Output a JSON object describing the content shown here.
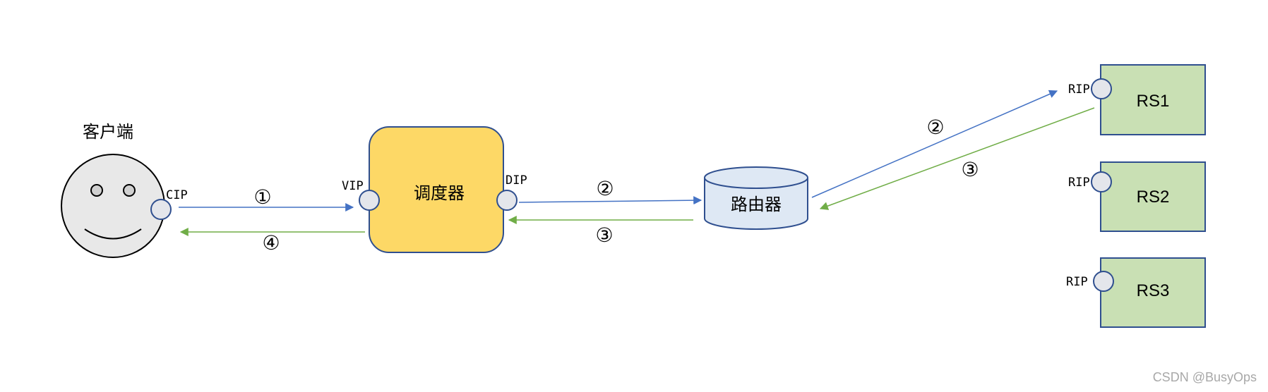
{
  "nodes": {
    "client": {
      "label": "客户端",
      "port": "CIP"
    },
    "scheduler": {
      "label": "调度器",
      "port_in": "VIP",
      "port_out": "DIP",
      "fill": "#fdd866"
    },
    "router": {
      "label": "路由器",
      "fill": "#dee8f4"
    },
    "rs1": {
      "label": "RS1",
      "port": "RIP",
      "fill": "#c9e0b4"
    },
    "rs2": {
      "label": "RS2",
      "port": "RIP",
      "fill": "#c9e0b4"
    },
    "rs3": {
      "label": "RS3",
      "port": "RIP",
      "fill": "#c9e0b4"
    }
  },
  "steps": {
    "client_to_scheduler": "①",
    "scheduler_to_client": "④",
    "scheduler_to_router": "②",
    "router_to_scheduler": "③",
    "router_to_rs1": "②",
    "rs1_to_router": "③"
  },
  "colors": {
    "request_arrow": "#4472c4",
    "response_arrow": "#70ad47",
    "port_fill": "#e4e6eb",
    "outline": "#2f4f8f"
  },
  "watermark": "CSDN @BusyOps"
}
